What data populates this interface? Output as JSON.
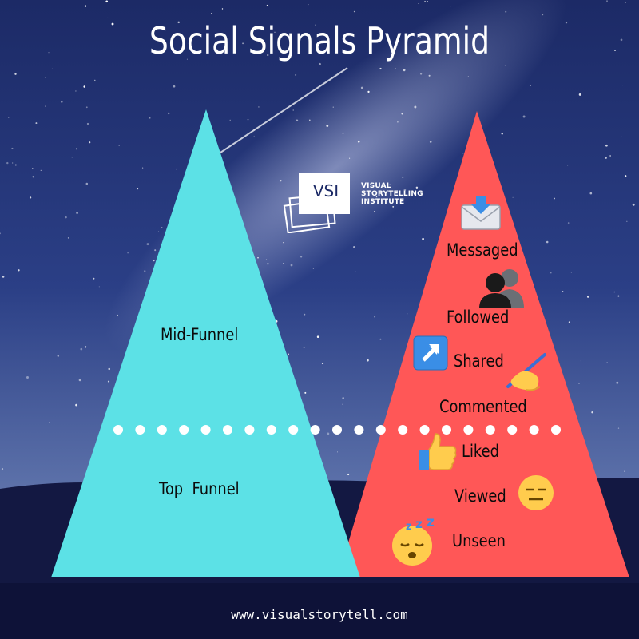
{
  "title": "Social Signals Pyramid",
  "footer": "www.visualstorytell.com",
  "logo": {
    "mark": "VSI",
    "line1": "VISUAL",
    "line2": "STORYTELLING",
    "line3": "INSTITUTE"
  },
  "left_pyramid": {
    "color": "#5ce1e6",
    "mid_label": "Mid-Funnel",
    "top_label": "Top  Funnel"
  },
  "right_pyramid": {
    "color": "#ff5757",
    "signals": [
      {
        "label": "Messaged",
        "icon": "incoming-envelope-icon"
      },
      {
        "label": "Followed",
        "icon": "people-silhouette-icon"
      },
      {
        "label": "Shared",
        "icon": "arrow-up-right-icon"
      },
      {
        "label": "Commented",
        "icon": "writing-hand-icon"
      },
      {
        "label": "Liked",
        "icon": "thumbs-up-icon"
      },
      {
        "label": "Viewed",
        "icon": "expressionless-face-icon"
      },
      {
        "label": "Unseen",
        "icon": "sleeping-face-icon"
      }
    ]
  },
  "divider": {
    "style": "dotted",
    "color": "#ffffff"
  }
}
